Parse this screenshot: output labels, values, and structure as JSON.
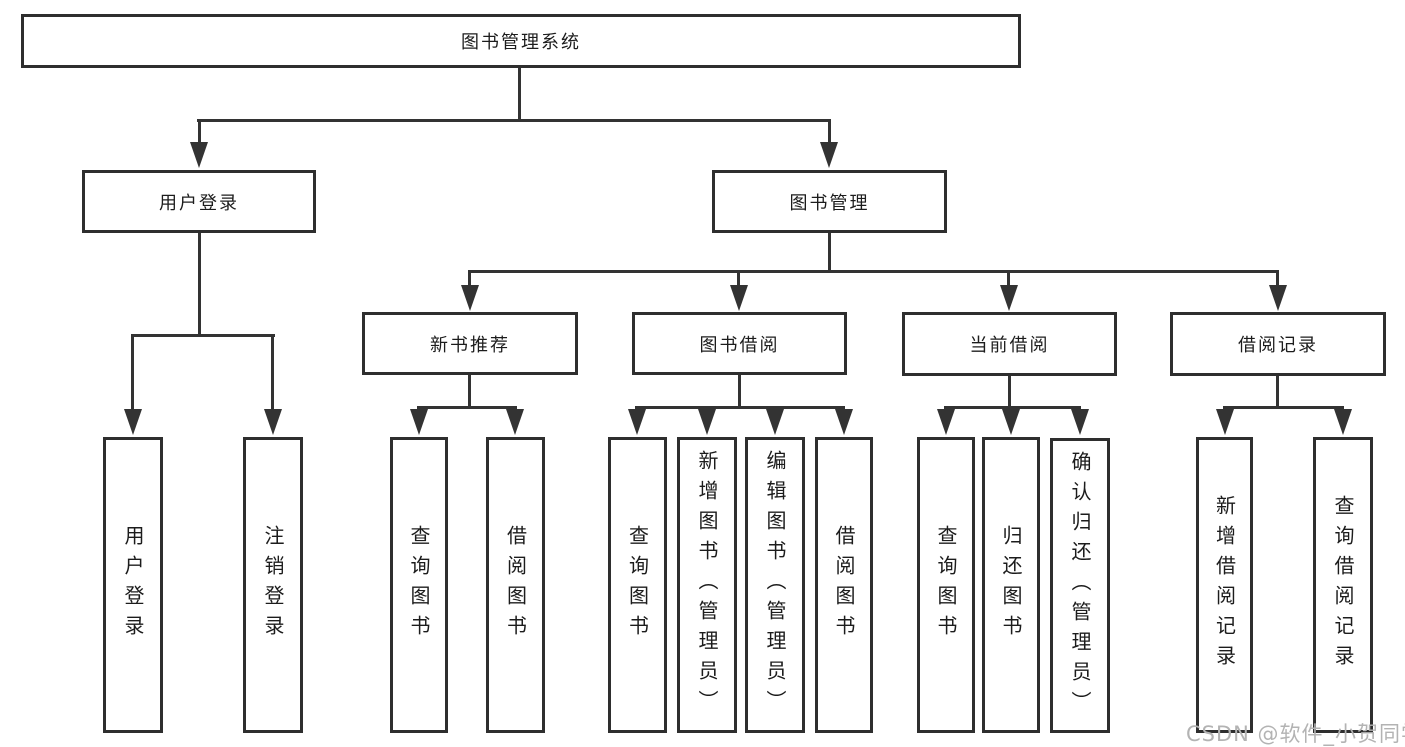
{
  "tree": {
    "label": "图书管理系统",
    "children": [
      {
        "label": "用户登录",
        "children": [
          {
            "label": "用户登录"
          },
          {
            "label": "注销登录"
          }
        ]
      },
      {
        "label": "图书管理",
        "children": [
          {
            "label": "新书推荐",
            "children": [
              {
                "label": "查询图书"
              },
              {
                "label": "借阅图书"
              }
            ]
          },
          {
            "label": "图书借阅",
            "children": [
              {
                "label": "查询图书"
              },
              {
                "label": "新增图书（管理员）"
              },
              {
                "label": "编辑图书（管理员）"
              },
              {
                "label": "借阅图书"
              }
            ]
          },
          {
            "label": "当前借阅",
            "children": [
              {
                "label": "查询图书"
              },
              {
                "label": "归还图书"
              },
              {
                "label": "确认归还（管理员）"
              }
            ]
          },
          {
            "label": "借阅记录",
            "children": [
              {
                "label": "新增借阅记录"
              },
              {
                "label": "查询借阅记录"
              }
            ]
          }
        ]
      }
    ]
  },
  "watermark": "CSDN @软件_小贺同学",
  "colors": {
    "line": "#333333",
    "border": "#2e2e2e",
    "text": "#1c1c1c",
    "watermark": "#b3b3b3"
  }
}
